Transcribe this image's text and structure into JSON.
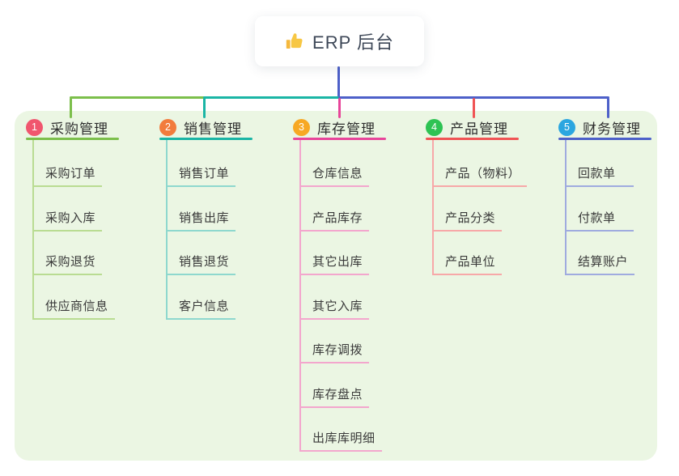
{
  "root": {
    "label": "ERP 后台",
    "icon": "thumbs-up-icon",
    "line_color": "#4d60c9"
  },
  "panel": {
    "background": "#ebf6e3"
  },
  "branches": [
    {
      "number": "1",
      "label": "采购管理",
      "badge_color": "#f0566e",
      "line_color": "#7cbf4b",
      "child_line_color": "#b9dc92",
      "children": [
        "采购订单",
        "采购入库",
        "采购退货",
        "供应商信息"
      ]
    },
    {
      "number": "2",
      "label": "销售管理",
      "badge_color": "#f27c3d",
      "line_color": "#1ab5a5",
      "child_line_color": "#8ed8ce",
      "children": [
        "销售订单",
        "销售出库",
        "销售退货",
        "客户信息"
      ]
    },
    {
      "number": "3",
      "label": "库存管理",
      "badge_color": "#f7a824",
      "line_color": "#e8459a",
      "child_line_color": "#f3a6cd",
      "children": [
        "仓库信息",
        "产品库存",
        "其它出库",
        "其它入库",
        "库存调拨",
        "库存盘点",
        "出库库明细"
      ]
    },
    {
      "number": "4",
      "label": "产品管理",
      "badge_color": "#2dc353",
      "line_color": "#f05455",
      "child_line_color": "#f7a8a8",
      "children": [
        "产品（物料）",
        "产品分类",
        "产品单位"
      ]
    },
    {
      "number": "5",
      "label": "财务管理",
      "badge_color": "#2ba6e0",
      "line_color": "#4d60c9",
      "child_line_color": "#9fabdf",
      "children": [
        "回款单",
        "付款单",
        "结算账户"
      ]
    }
  ]
}
